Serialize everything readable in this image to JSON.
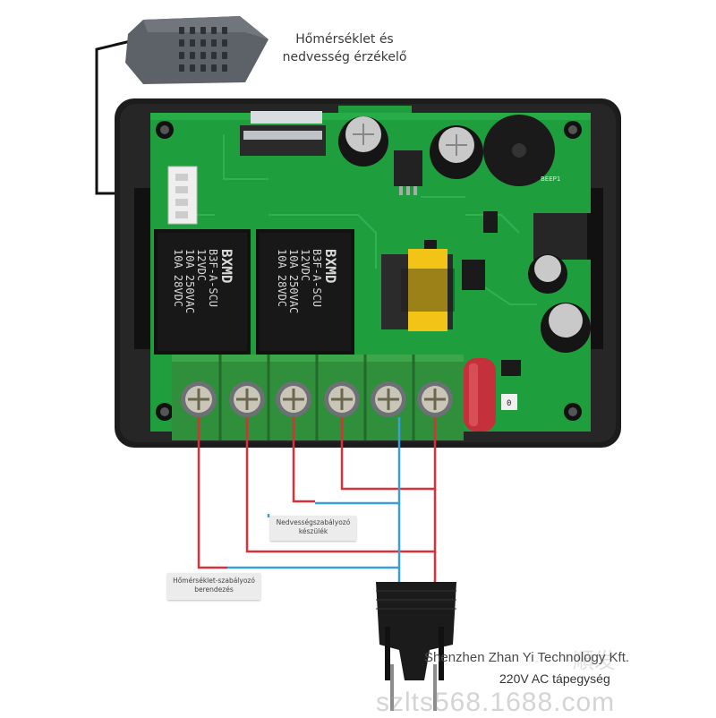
{
  "sensor_label": {
    "line1": "Hőmérséklet és",
    "line2": "nedvesség érzékelő"
  },
  "humidity_device_label": {
    "line1": "Nedvességszabályozó",
    "line2": "készülék"
  },
  "temperature_device_label": {
    "line1": "Hőmérséklet-szabályozó",
    "line2": "berendezés"
  },
  "company": "Shenzhen Zhan Yi Technology Kft.",
  "power_label": "220V AC tápegység",
  "watermark": {
    "url": "szlts568.1688.com",
    "cn": "順发"
  },
  "relays": [
    {
      "brand": "BXMD",
      "model": "B3F-A-SCU",
      "coil": "12VDC",
      "rating1": "10A 250VAC",
      "rating2": "10A 28VDC"
    },
    {
      "brand": "BXMD",
      "model": "B3F-A-SCU",
      "coil": "12VDC",
      "rating1": "10A 250VAC",
      "rating2": "10A 28VDC"
    }
  ],
  "buzzer_label": "BEEP1",
  "colors": {
    "pcb": "#1f9e3e",
    "enclosure": "#1c1c1c",
    "terminal": "#2f8f3a",
    "wire_red": "#d9303a",
    "wire_blue": "#3a9fd6",
    "wire_black": "#111111"
  }
}
